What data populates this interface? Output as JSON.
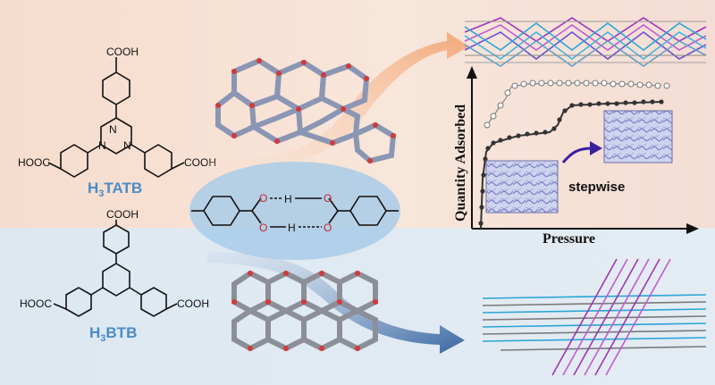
{
  "molecules": {
    "top": {
      "name_prefix": "H",
      "name_sub": "3",
      "name_suffix": "TATB",
      "groups": {
        "top": "COOH",
        "left": "HOOC",
        "right": "COOH"
      }
    },
    "bottom": {
      "name_prefix": "H",
      "name_sub": "3",
      "name_suffix": "BTB",
      "groups": {
        "top": "COOH",
        "left": "HOOC",
        "right": "COOH"
      }
    }
  },
  "dimer": {
    "h1": "H",
    "h2": "H"
  },
  "chart": {
    "xlabel": "Pressure",
    "ylabel": "Quantity Adsorbed",
    "annotation": "stepwise"
  },
  "colors": {
    "top_bg": "#f7e0d2",
    "bottom_bg": "#dfe9f2",
    "label_blue": "#4a8cc8",
    "arrow_orange": "#f2a26f",
    "arrow_blue": "#2f5f9e",
    "stepwise_arrow": "#3a1fa0",
    "ellipse": "#a9cbe8"
  }
}
